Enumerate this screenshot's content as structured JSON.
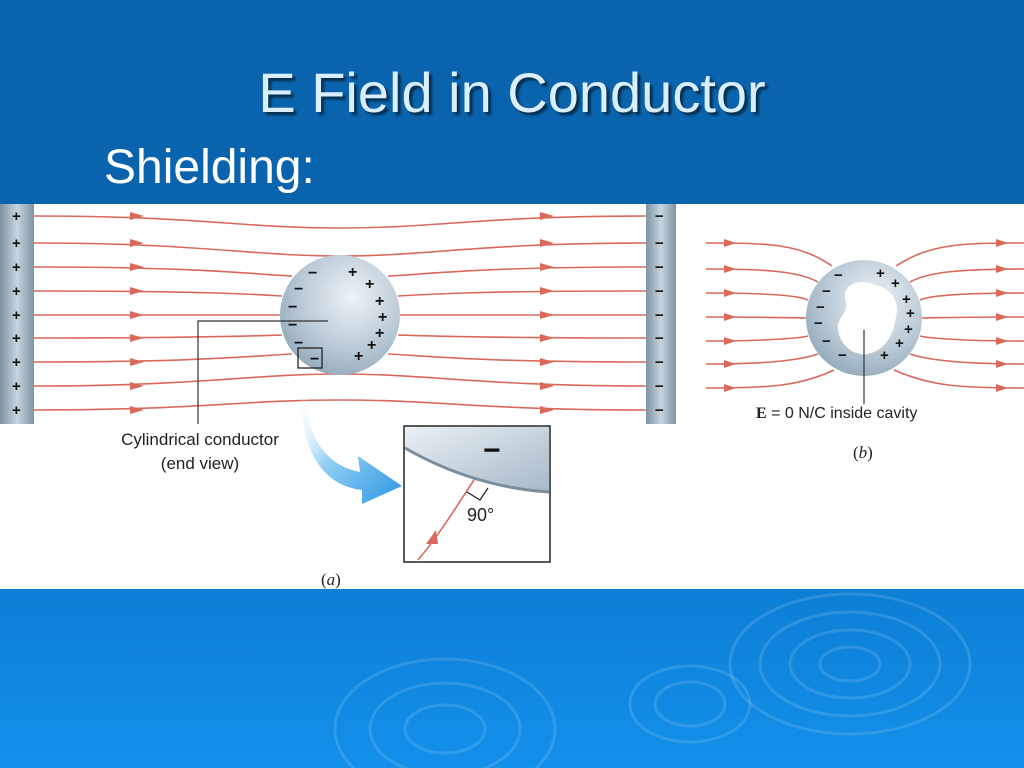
{
  "slide": {
    "title": "E Field in Conductor",
    "subtitle": "Shielding:"
  },
  "figure": {
    "panel_a": {
      "conductor_label_line1": "Cylindrical conductor",
      "conductor_label_line2": "(end view)",
      "zoom_sign": "−",
      "angle_label": "90°",
      "caption_open": "(",
      "caption_letter": "a",
      "caption_close": ")",
      "plate_left_sign": "+",
      "plate_right_sign": "−"
    },
    "panel_b": {
      "e_symbol": "E",
      "cavity_label": " = 0 N/C inside cavity",
      "caption_open": "(",
      "caption_letter": "b",
      "caption_close": ")"
    },
    "colors": {
      "field_line": "#d9695a",
      "plate": "#9fb4c3",
      "conductor": "#b8c8d6",
      "arrow_blue": "#3aa0e6"
    }
  }
}
